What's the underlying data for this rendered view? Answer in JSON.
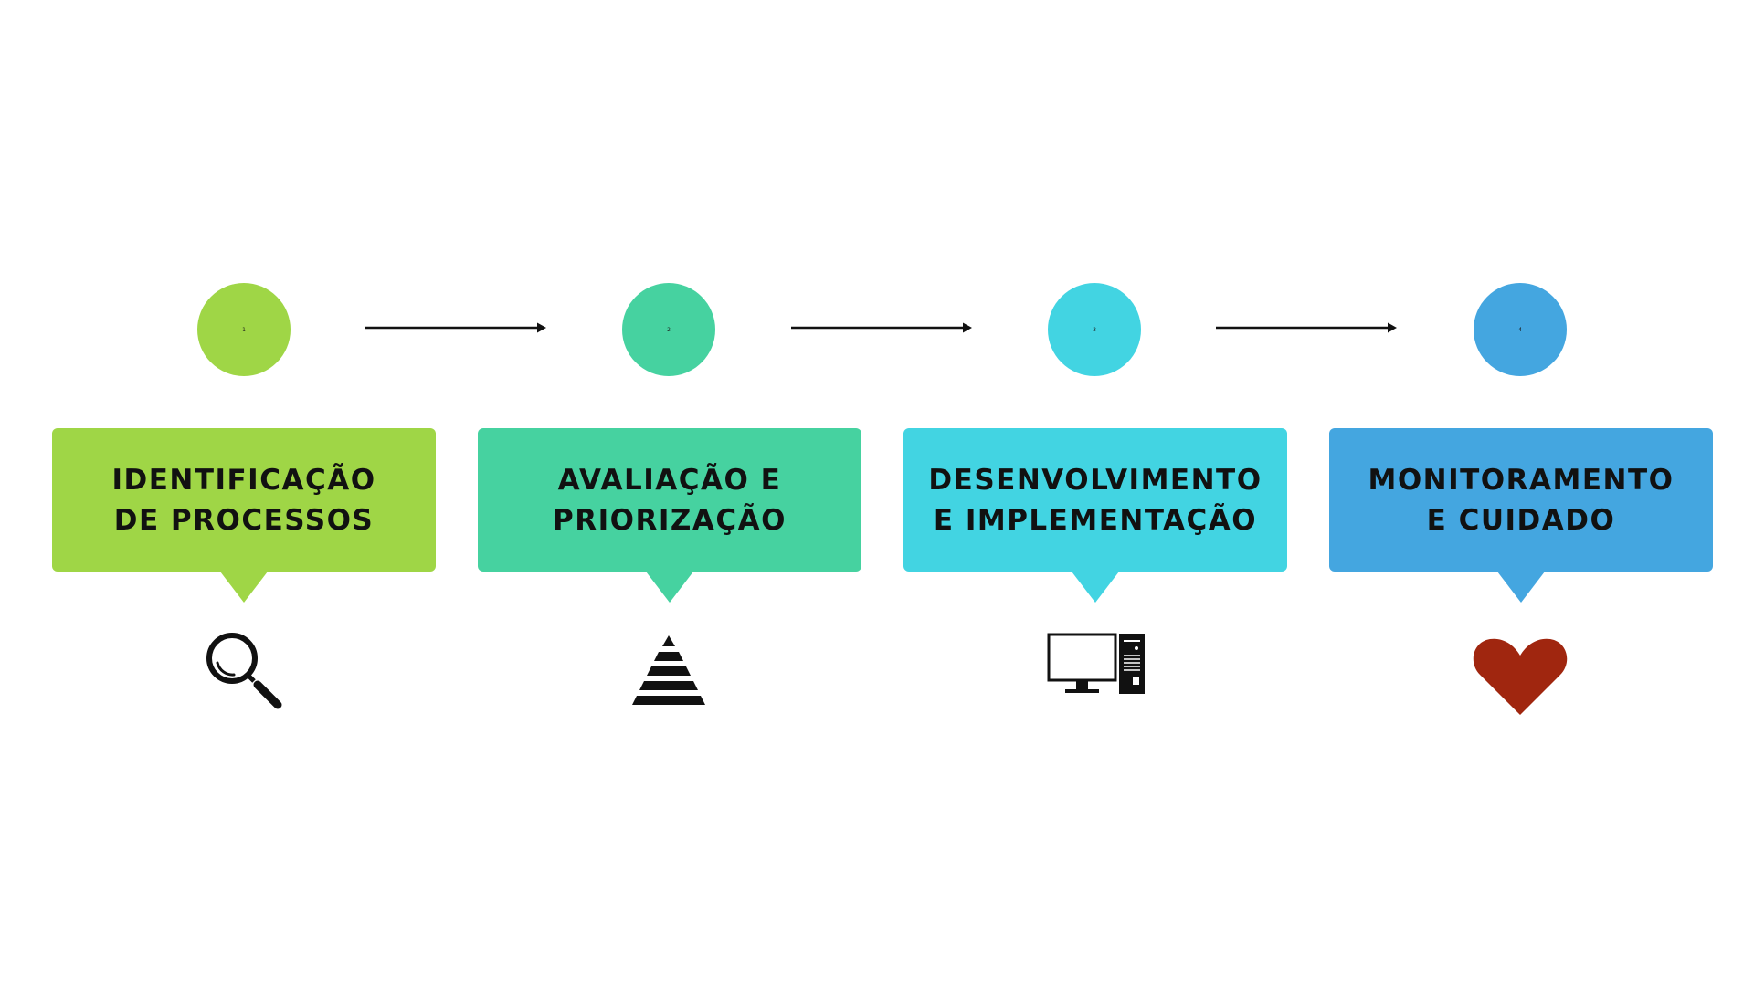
{
  "steps": [
    {
      "number": "1",
      "label": "IDENTIFICAÇÃO\nDE PROCESSOS",
      "color": "#9fd646",
      "icon": "magnifying-glass-icon"
    },
    {
      "number": "2",
      "label": "AVALIAÇÃO E\nPRIORIZAÇÃO",
      "color": "#46d2a0",
      "icon": "pyramid-icon"
    },
    {
      "number": "3",
      "label": "DESENVOLVIMENTO\nE IMPLEMENTAÇÃO",
      "color": "#42d4e2",
      "icon": "desktop-computer-icon"
    },
    {
      "number": "4",
      "label": "MONITORAMENTO\nE CUIDADO",
      "color": "#44a6e0",
      "icon": "heart-icon"
    }
  ],
  "heart_color": "#a0260f",
  "arrow_color": "#111111"
}
